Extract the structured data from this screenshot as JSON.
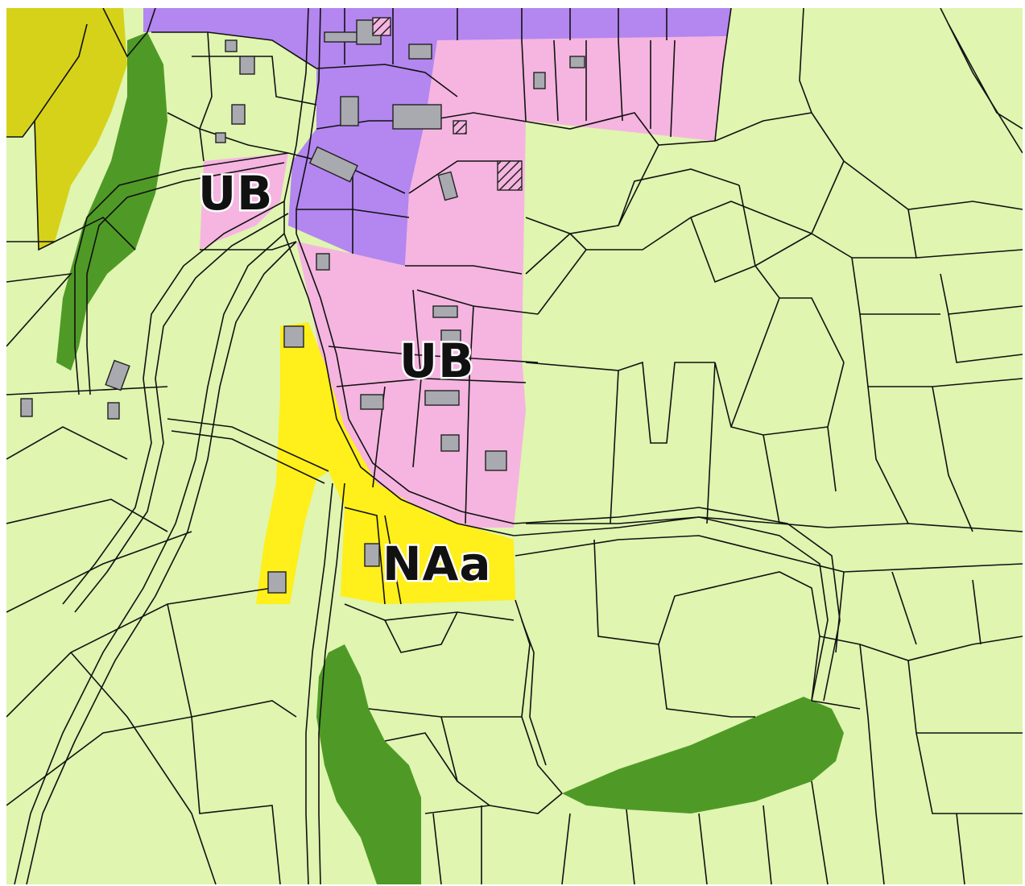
{
  "map": {
    "colors": {
      "agricultural": "#dff5b0",
      "ub_zone": "#f5b5e0",
      "dense_zone": "#b486f0",
      "naa_zone": "#ffef1a",
      "olive_zone": "#d6d21a",
      "green_corridor": "#4f9a26",
      "building": "#a9a9b0",
      "parcel_line": "#111111"
    },
    "labels": {
      "ub_north": "UB",
      "ub_center": "UB",
      "naa": "NAa"
    }
  }
}
